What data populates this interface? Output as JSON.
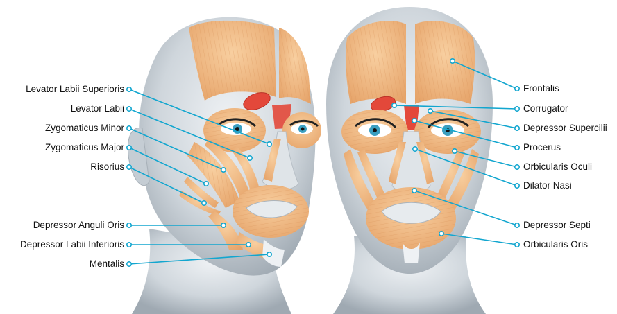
{
  "colors": {
    "leader_line": "#12a6cf",
    "muscle_fill": "#f2b882",
    "muscle_stroke": "#c98d55",
    "highlight_muscle": "#e3483a",
    "head_skin": "#cfd6dc",
    "head_shadow": "#9fa9b2",
    "background": "#ffffff"
  },
  "labels": {
    "left": [
      "Levator Labii Superioris",
      "Levator Labii",
      "Zygomaticus Minor",
      "Zygomaticus Major",
      "Risorius",
      "Depressor Anguli Oris",
      "Depressor Labii Inferioris",
      "Mentalis"
    ],
    "right": [
      "Frontalis",
      "Corrugator",
      "Depressor Supercilii",
      "Procerus",
      "Orbicularis Oculi",
      "Dilator Nasi",
      "Depressor Septi",
      "Orbicularis Oris"
    ]
  }
}
